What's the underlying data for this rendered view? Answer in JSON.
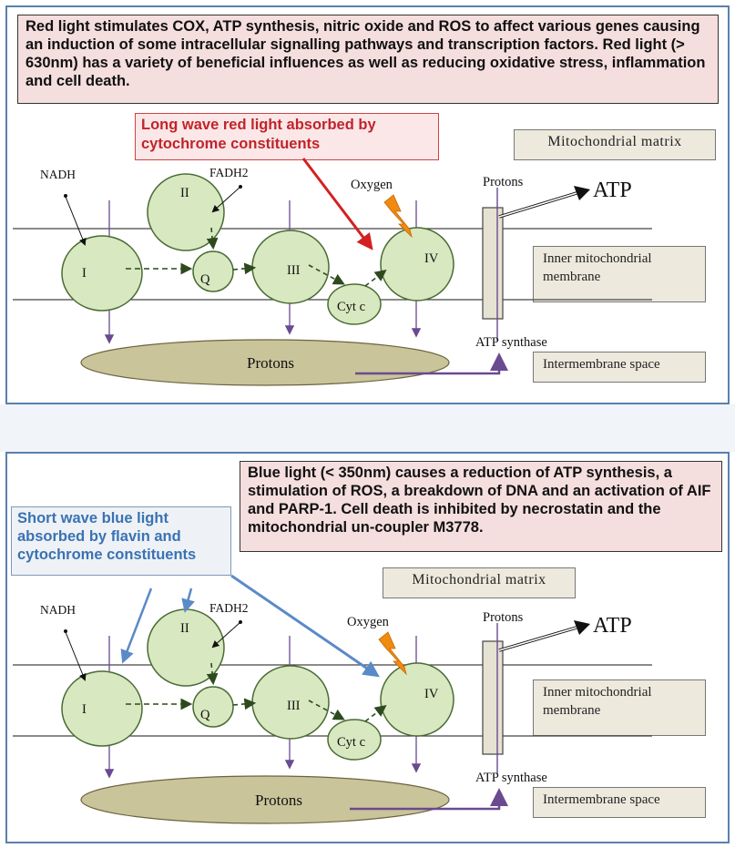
{
  "top_panel": {
    "header": "Red light stimulates COX,  ATP synthesis, nitric oxide and ROS to affect various genes causing an induction of some intracellular signalling pathways and transcription factors. Red light (> 630nm) has a variety of beneficial influences as well as reducing oxidative stress, inflammation and cell death.",
    "callout": "Long wave red light absorbed by cytochrome constituents"
  },
  "bottom_panel": {
    "header": "Blue light (< 350nm) causes a reduction of ATP synthesis, a stimulation of ROS, a breakdown of DNA and an activation of  AIF and PARP-1. Cell death is inhibited by necrostatin and the mitochondrial un-coupler M3778.",
    "callout": "Short wave blue light absorbed by flavin and cytochrome constituents"
  },
  "diagram": {
    "mitochondrial_matrix": "Mitochondrial matrix",
    "inner_membrane": "Inner mitochondrial membrane",
    "intermembrane_space": "Intermembrane  space",
    "nadh": "NADH",
    "fadh2": "FADH2",
    "oxygen": "Oxygen",
    "protons_top": "Protons",
    "protons_pool": "Protons",
    "atp": "ATP",
    "atp_synthase": "ATP synthase",
    "complex_1": "I",
    "complex_2": "II",
    "complex_q": "Q",
    "complex_3": "III",
    "cyt_c": "Cyt c",
    "complex_4": "IV"
  },
  "colors": {
    "panel_border": "#5b7fb0",
    "complex_fill": "#d8e8c0",
    "complex_stroke": "#4a6b35",
    "proton_pool_fill": "#c9c49a",
    "arrow_purple": "#6a4a90",
    "red_arrow": "#d42020",
    "blue_arrow": "#5b8ac8",
    "lightning": "#f08a10"
  }
}
